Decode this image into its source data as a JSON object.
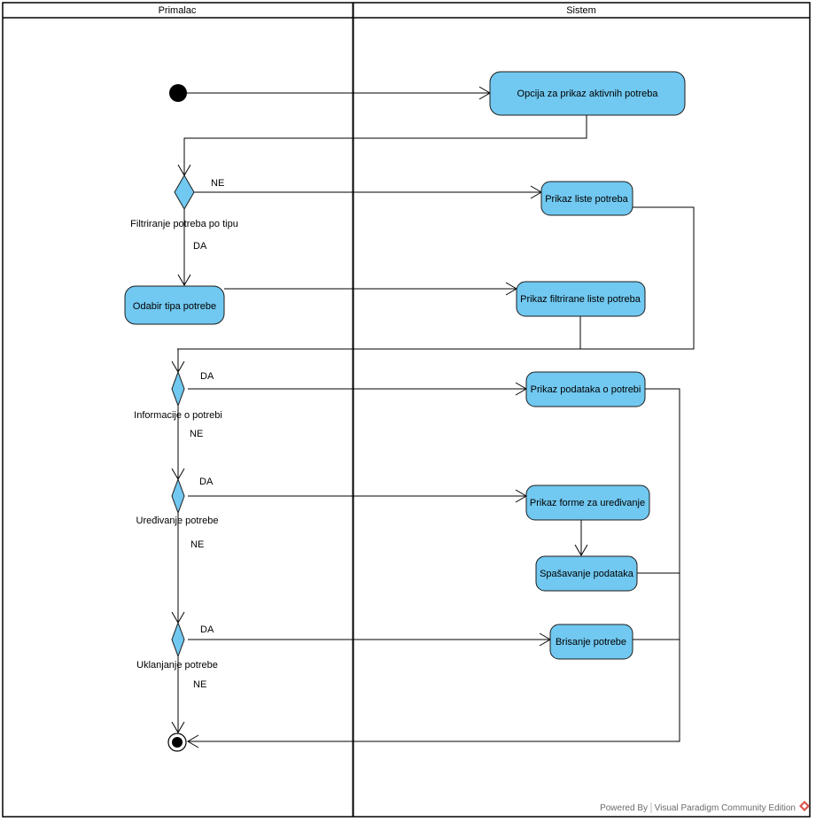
{
  "swimlanes": [
    {
      "id": "primalac",
      "title": "Primalac"
    },
    {
      "id": "sistem",
      "title": "Sistem"
    }
  ],
  "actions": {
    "opcija": "Opcija za prikaz aktivnih potreba",
    "prikaz_liste": "Prikaz liste potreba",
    "odabir_tipa": "Odabir tipa potrebe",
    "prikaz_filtrirane": "Prikaz filtrirane liste potreba",
    "prikaz_podataka": "Prikaz podataka o potrebi",
    "prikaz_forme": "Prikaz forme za uređivanje",
    "spasavanje": "Spašavanje podataka",
    "brisanje": "Brisanje potrebe"
  },
  "decisions": {
    "filtriranje": "Filtriranje potreba po tipu",
    "informacije": "Informacije o potrebi",
    "uredjivanje": "Uređivanje potrebe",
    "uklanjanje": "Uklanjanje potrebe"
  },
  "guards": {
    "filtriranje_ne": "NE",
    "filtriranje_da": "DA",
    "informacije_da": "DA",
    "informacije_ne": "NE",
    "uredjivanje_da": "DA",
    "uredjivanje_ne": "NE",
    "uklanjanje_da": "DA",
    "uklanjanje_ne": "NE"
  },
  "footer": {
    "powered_by": "Powered By",
    "product": "Visual Paradigm Community Edition"
  },
  "colors": {
    "node_fill": "#71c8f0",
    "stroke": "#1c1c1c",
    "footer_text": "#6b6b6b",
    "logo": "#d9534f"
  }
}
